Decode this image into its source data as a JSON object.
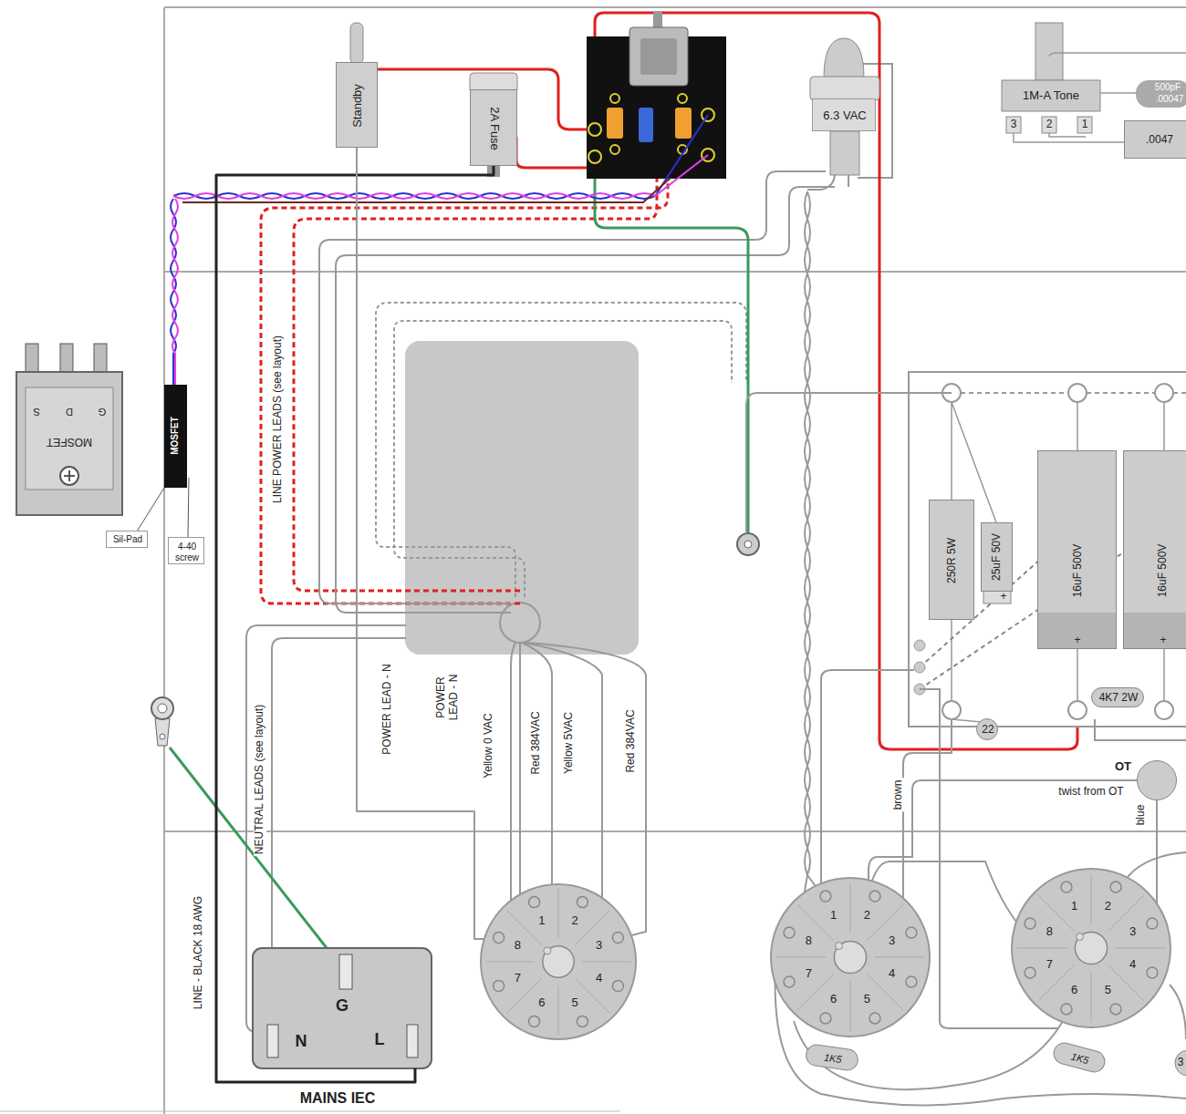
{
  "diagram": {
    "nodes": [
      {
        "text": [
          "Standby"
        ]
      },
      {
        "text": [
          "2A Fuse"
        ]
      },
      {
        "text": [
          "6.3 VAC"
        ]
      },
      {
        "text": [
          "1M-A Tone",
          "3",
          "2",
          "1"
        ]
      },
      {
        "text": [
          "500pF",
          ".00047"
        ]
      },
      {
        "text": [
          ".0047"
        ]
      },
      {
        "text": [
          "MOSFET",
          "S",
          "D",
          "G"
        ]
      },
      {
        "text": [
          "MOSFET"
        ]
      },
      {
        "text": [
          "Sil-Pad"
        ]
      },
      {
        "text": [
          "4-40 screw"
        ]
      },
      {
        "text": [
          "250R 5W"
        ]
      },
      {
        "text": [
          "25uF 50V"
        ]
      },
      {
        "text": [
          "16uF 500V"
        ]
      },
      {
        "text": [
          "16uF 500V"
        ]
      },
      {
        "text": [
          "4K7 2W"
        ]
      },
      {
        "text": [
          "22"
        ]
      },
      {
        "text": [
          "OT"
        ]
      },
      {
        "text": [
          "1",
          "2",
          "3",
          "4",
          "5",
          "6",
          "7",
          "8"
        ]
      },
      {
        "text": [
          "1",
          "2",
          "3",
          "4",
          "5",
          "6",
          "7",
          "8"
        ]
      },
      {
        "text": [
          "1",
          "2",
          "3",
          "4",
          "5",
          "6",
          "7",
          "8"
        ]
      },
      {
        "text": [
          "1K5"
        ]
      },
      {
        "text": [
          "1K5"
        ]
      },
      {
        "text": [
          "G",
          "N",
          "L",
          "MAINS IEC"
        ]
      }
    ],
    "edges": [
      {
        "from": 1,
        "to": 22,
        "arrow": "none"
      },
      {
        "from": 0,
        "to": 17,
        "arrow": "none"
      }
    ],
    "labels": [
      "LINE POWER LEADS (see layout)",
      "NEUTRAL LEADS (see layout)",
      "LINE - BLACK 18 AWG",
      "POWER LEAD - N",
      "POWER LEAD - N",
      "Yellow 0 VAC",
      "Red 384VAC",
      "Yellow 5VAC",
      "Red 384VAC",
      "brown",
      "twist from OT",
      "blue",
      "+",
      "+",
      "+",
      "3"
    ]
  }
}
